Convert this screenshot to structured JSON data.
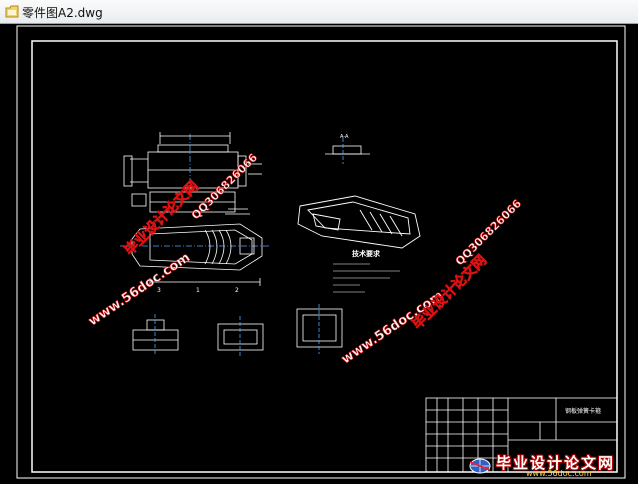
{
  "window": {
    "title": "零件图A2.dwg",
    "file_icon": "folder-dwg-icon"
  },
  "drawing": {
    "notes_title": "技术要求",
    "section_a_label": "A-A",
    "title_block_name": "钢板弹簧卡箍",
    "view_markers": [
      "3",
      "1",
      "2"
    ]
  },
  "watermarks": {
    "site_url": "www.56doc.com",
    "site_name": "毕业设计论文网",
    "qq": "QQ306826066"
  },
  "logo": {
    "name": "毕业设计论文网",
    "url": "www.56doc.com"
  }
}
